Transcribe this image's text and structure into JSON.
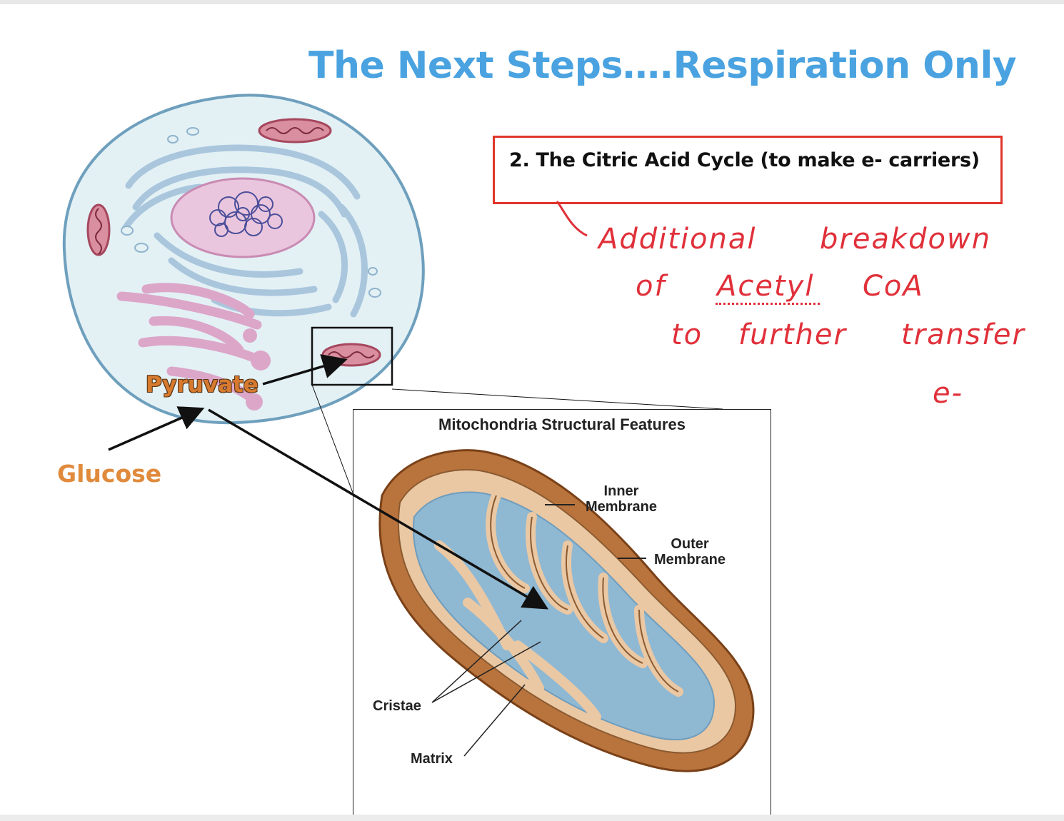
{
  "slide": {
    "title": "The Next Steps….Respiration Only",
    "step_box": {
      "text": "2. The Citric Acid Cycle (to make e- carriers)"
    },
    "cell_labels": {
      "pyruvate": "Pyruvate",
      "glucose": "Glucose"
    },
    "mitochondria_panel": {
      "title": "Mitochondria Structural Features",
      "labels": {
        "inner_membrane_line1": "Inner",
        "inner_membrane_line2": "Membrane",
        "outer_membrane_line1": "Outer",
        "outer_membrane_line2": "Membrane",
        "cristae": "Cristae",
        "matrix": "Matrix"
      }
    },
    "handwritten_note": {
      "line1_a": "Additional",
      "line1_b": "breakdown",
      "line2_a": "of",
      "line2_b": "Acetyl",
      "line2_c": "CoA",
      "line3_a": "to",
      "line3_b": "further",
      "line3_c": "transfer",
      "line4": "e-"
    },
    "colors": {
      "title": "#4aa3e0",
      "box_border": "#e0352b",
      "handwriting": "#e0303a",
      "pyruvate": "#d77a2f",
      "glucose": "#e08a3c"
    }
  }
}
